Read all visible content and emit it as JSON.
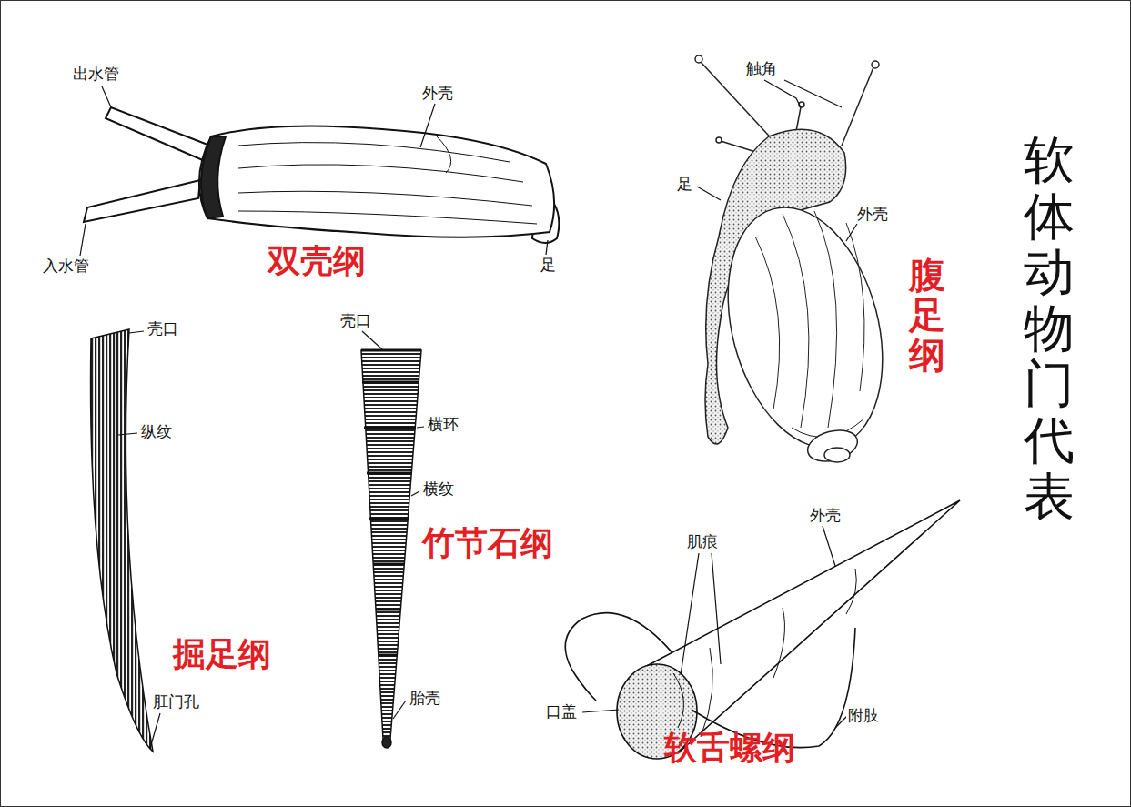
{
  "diagram": {
    "title": "软体动物门代表",
    "labels": [
      "出水管",
      "外壳",
      "入水管",
      "足",
      "双壳纲",
      "触角",
      "足",
      "外壳",
      "腹足纲",
      "壳口",
      "纵纹",
      "掘足纲",
      "肛门孔",
      "壳口",
      "横环",
      "横纹",
      "竹节石纲",
      "胎壳",
      "肌痕",
      "外壳",
      "口盖",
      "附肢",
      "软舌螺纲"
    ]
  }
}
